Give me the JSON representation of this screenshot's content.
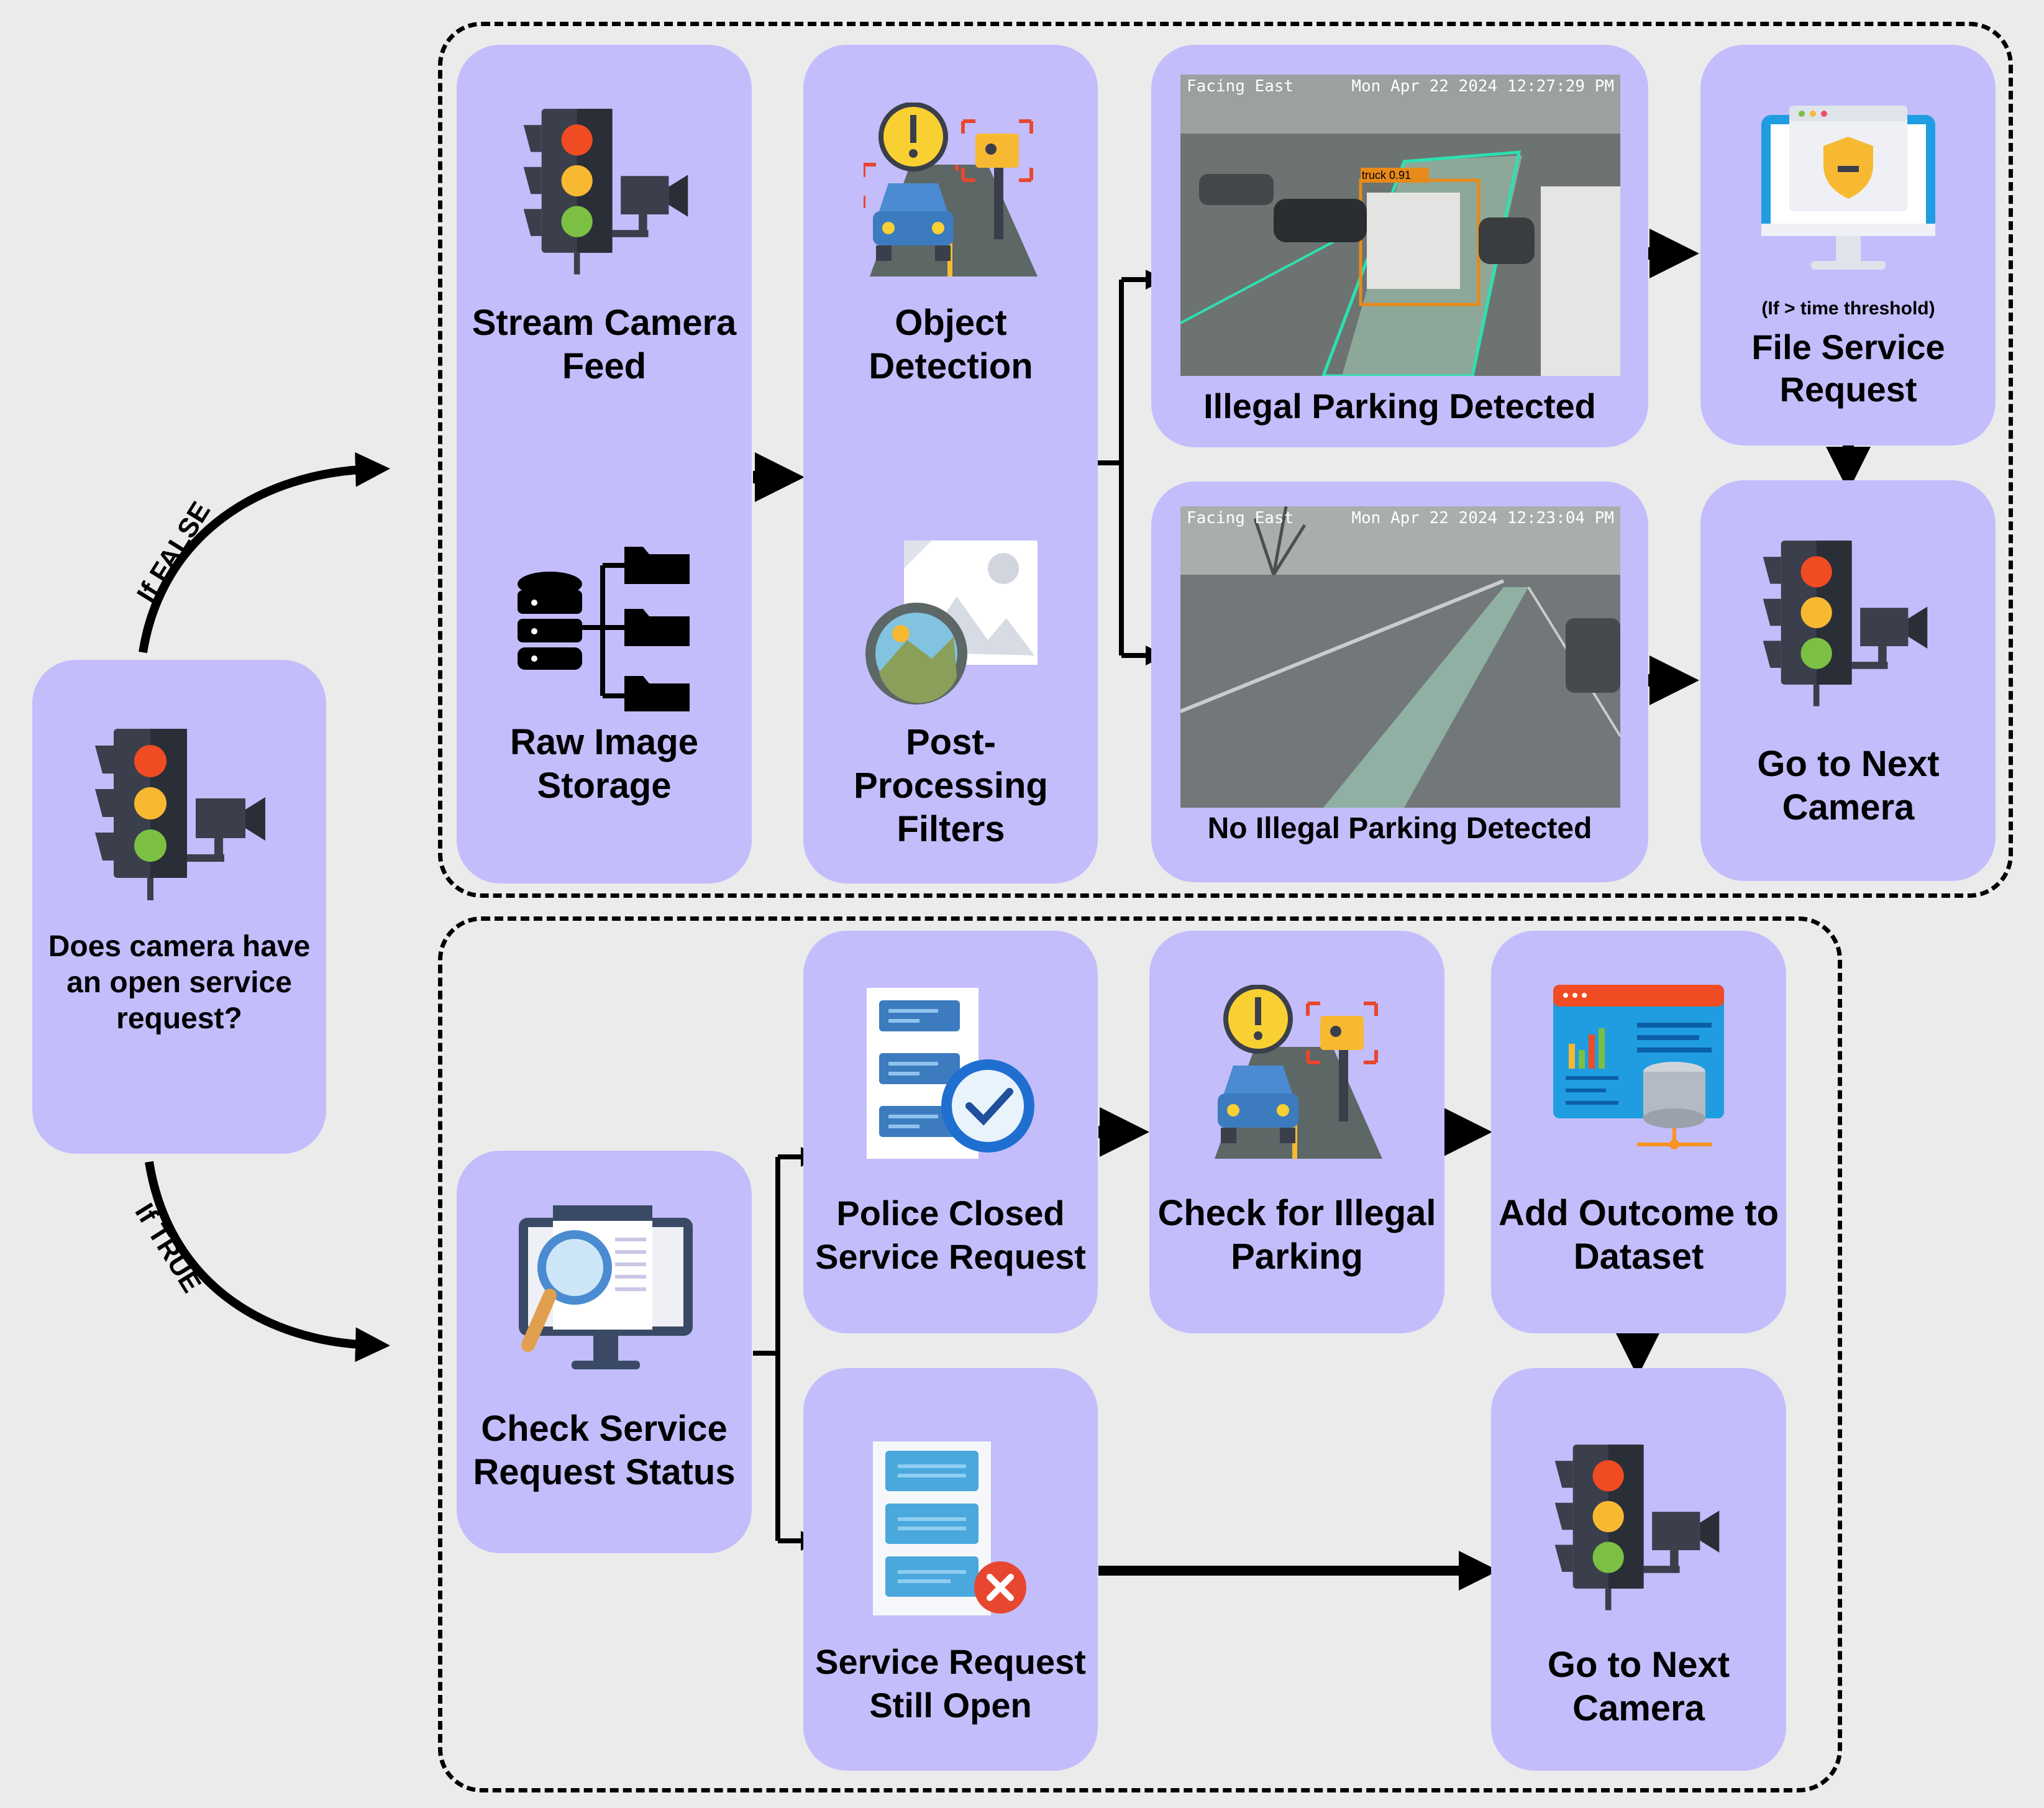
{
  "decision": {
    "question": "Does camera have an open service request?",
    "false_label": "If FALSE",
    "true_label": "If TRUE"
  },
  "top_flow": {
    "stream": "Stream Camera Feed",
    "storage": "Raw Image Storage",
    "detection": "Object Detection",
    "filters": "Post-Processing Filters",
    "illegal": "Illegal Parking Detected",
    "no_illegal": "No Illegal Parking Detected",
    "threshold": "(If > time threshold)",
    "file_request": "File Service Request",
    "next_camera": "Go to Next Camera"
  },
  "cameras": [
    {
      "direction": "Facing East",
      "timestamp": "Mon Apr 22 2024 12:27:29 PM",
      "detection_label": "truck 0.91"
    },
    {
      "direction": "Facing East",
      "timestamp": "Mon Apr 22 2024 12:23:04 PM"
    }
  ],
  "bottom_flow": {
    "check_status": "Check Service Request Status",
    "police_closed": "Police Closed Service Request",
    "check_illegal": "Check for Illegal Parking",
    "add_outcome": "Add Outcome to Dataset",
    "still_open": "Service Request Still Open",
    "next_camera": "Go to Next Camera"
  },
  "colors": {
    "box": "#c3bdfc",
    "background": "#ebebeb",
    "arrow": "#000000"
  },
  "icons": [
    "traffic-camera-icon",
    "database-folders-icon",
    "object-detection-icon",
    "image-filter-icon",
    "computer-police-icon",
    "search-monitor-icon",
    "document-check-icon",
    "document-cancel-icon",
    "dashboard-data-icon"
  ]
}
